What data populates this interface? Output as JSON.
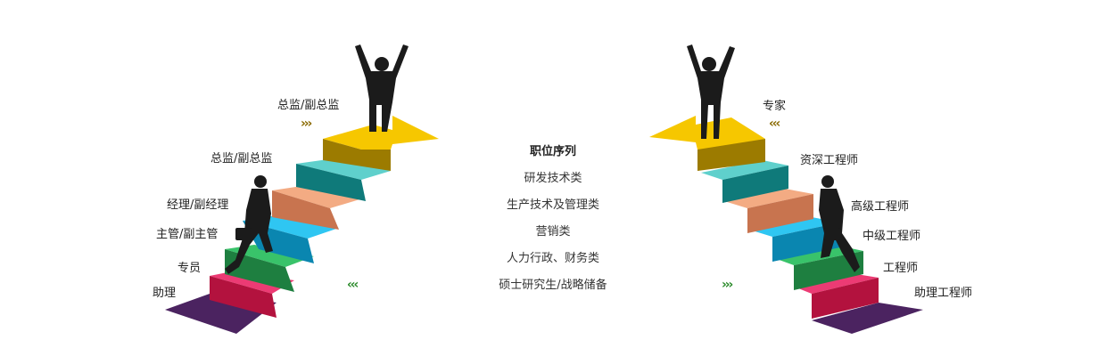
{
  "left_ladder": {
    "levels": [
      "助理",
      "专员",
      "主管/副主管",
      "经理/副经理",
      "总监/副总监",
      "总监/副总监"
    ],
    "arrow_glyph": "›››"
  },
  "right_ladder": {
    "levels": [
      "助理工程师",
      "工程师",
      "中级工程师",
      "高级工程师",
      "资深工程师",
      "专家"
    ],
    "arrow_glyph": "‹‹‹"
  },
  "center": {
    "title": "职位序列",
    "items": [
      "研发技术类",
      "生产技术及管理类",
      "营销类",
      "人力行政、财务类",
      "硕士研究生/战略储备"
    ]
  },
  "middle_chevrons": {
    "left": "‹‹‹",
    "right": "›››"
  },
  "colors": {
    "base": "#4b2360",
    "step1": "#d91a5b",
    "step2": "#27a34f",
    "step3": "#14b2e6",
    "step4": "#e9956a",
    "step5": "#2fb9b5",
    "top": "#f6c700",
    "silhouette": "#1b1b1b",
    "chevron_gold": "#8a6a00",
    "chevron_green": "#2a8a2a"
  }
}
